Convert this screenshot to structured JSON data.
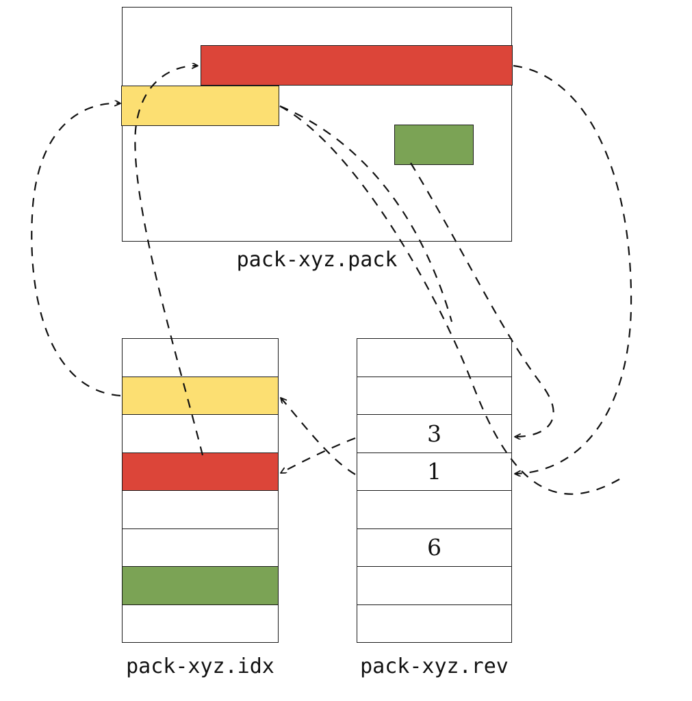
{
  "diagram": {
    "title_hidden": "",
    "colors": {
      "red": "#DC4539",
      "yellow": "#FCDF72",
      "green": "#7BA355",
      "stroke": "#1a1a1a",
      "background": "#ffffff"
    },
    "packfile": {
      "label": "pack-xyz.pack",
      "objects": [
        {
          "name": "red-object",
          "color": "#DC4539"
        },
        {
          "name": "yellow-object",
          "color": "#FCDF72"
        },
        {
          "name": "green-object",
          "color": "#7BA355"
        }
      ]
    },
    "idxfile": {
      "label": "pack-xyz.idx",
      "rows": [
        {
          "value": "",
          "color": "#ffffff"
        },
        {
          "value": "",
          "color": "#FCDF72"
        },
        {
          "value": "",
          "color": "#ffffff"
        },
        {
          "value": "",
          "color": "#DC4539"
        },
        {
          "value": "",
          "color": "#ffffff"
        },
        {
          "value": "",
          "color": "#ffffff"
        },
        {
          "value": "",
          "color": "#7BA355"
        },
        {
          "value": "",
          "color": "#ffffff"
        }
      ]
    },
    "revfile": {
      "label": "pack-xyz.rev",
      "rows": [
        {
          "value": ""
        },
        {
          "value": ""
        },
        {
          "value": "3"
        },
        {
          "value": "1"
        },
        {
          "value": ""
        },
        {
          "value": "6"
        },
        {
          "value": ""
        },
        {
          "value": ""
        }
      ]
    },
    "arrows": [
      {
        "name": "idx-yellow-to-pack-yellow",
        "from": "idx.row2",
        "to": "pack.yellow-object"
      },
      {
        "name": "idx-red-to-pack-red",
        "from": "idx.row4",
        "to": "pack.red-object"
      },
      {
        "name": "pack-yellow-to-idx-green",
        "from": "pack.yellow-object",
        "to": "idx.row7"
      },
      {
        "name": "rev-3-to-idx-red",
        "from": "rev.row3",
        "to": "idx.row4"
      },
      {
        "name": "rev-1-to-idx-yellow",
        "from": "rev.row4",
        "to": "idx.row2"
      },
      {
        "name": "pack-red-to-rev-1",
        "from": "pack.red-object",
        "to": "rev.row4"
      },
      {
        "name": "pack-green-to-rev-3",
        "from": "pack.green-object",
        "to": "rev.row3"
      }
    ]
  }
}
